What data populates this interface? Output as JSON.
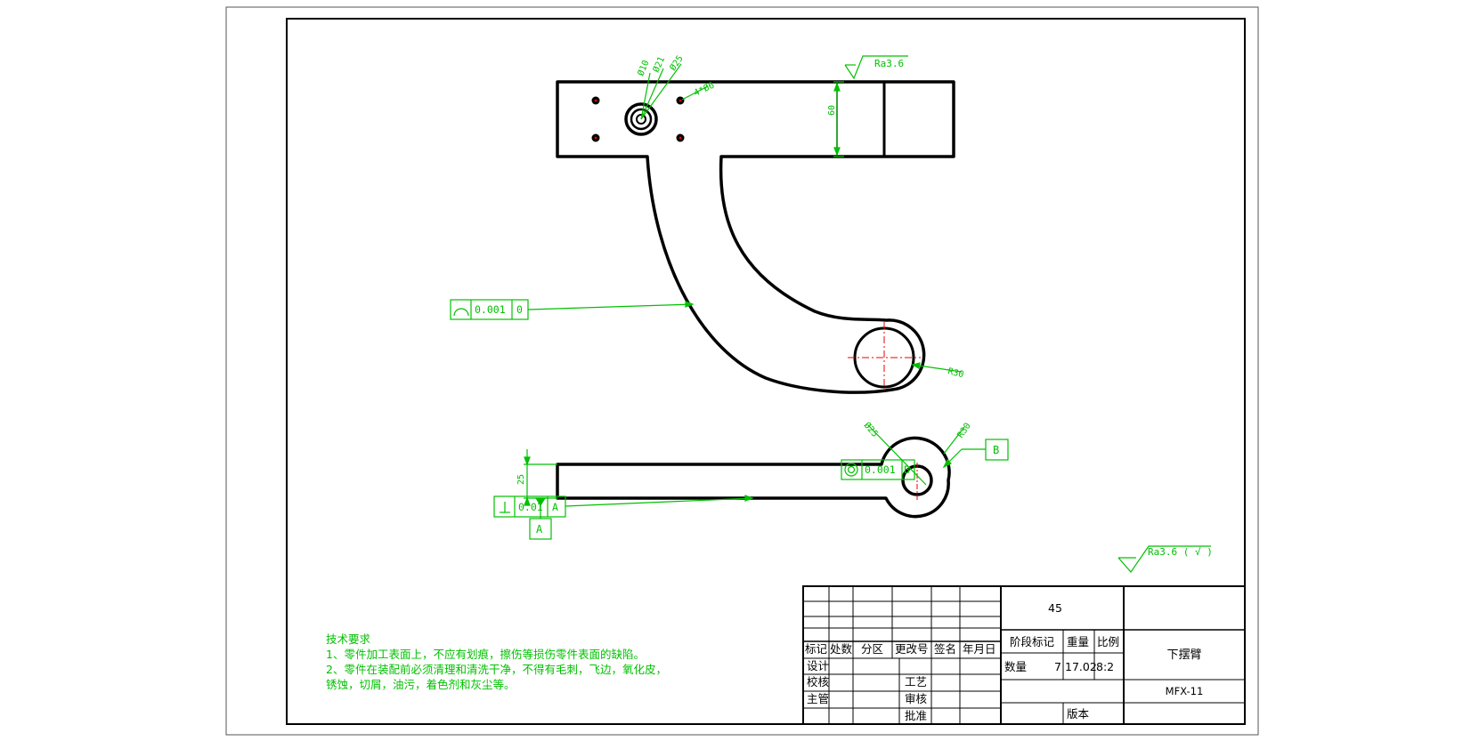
{
  "drawing": {
    "surface_roughness": "Ra3.6",
    "general_roughness": "Ra3.6 ( √ )",
    "top_view": {
      "bore_diameters": [
        "Ø10",
        "Ø21",
        "Ø25"
      ],
      "hole_pattern": "4*Ø6",
      "height_dim": "60",
      "profile_tolerance": "0.001",
      "profile_datum": "0",
      "radius_dim": "R30"
    },
    "side_view": {
      "thickness_dim": "25",
      "bore_diameter": "Ø25",
      "radius_dim": "R30",
      "concentricity_tolerance": "0.001",
      "concentricity_datum": "B",
      "datum_b": "B",
      "perpendicularity_tolerance": "0.01",
      "perpendicularity_datum": "A",
      "datum_a": "A"
    }
  },
  "technical_requirements": {
    "title": "技术要求",
    "items": [
      "1、零件加工表面上，不应有划痕，擦伤等损伤零件表面的缺陷。",
      "2、零件在装配前必须清理和清洗干净，不得有毛刺，飞边，氧化皮，",
      "锈蚀，切屑，油污，着色剂和灰尘等。"
    ]
  },
  "title_block": {
    "headers": [
      "标记",
      "处数",
      "分区",
      "更改号",
      "签名",
      "年月日"
    ],
    "design": "设计",
    "check": "校核",
    "supervisor": "主管",
    "process": "工艺",
    "review": "审核",
    "approve": "批准",
    "material": "45",
    "stage_mark": "阶段标记",
    "weight_label": "重量",
    "scale_label": "比例",
    "quantity_label": "数量",
    "quantity": "7",
    "weight": "17.02",
    "scale": "8:2",
    "part_name": "下摆臂",
    "drawing_number": "MFX-11",
    "version_label": "版本"
  }
}
